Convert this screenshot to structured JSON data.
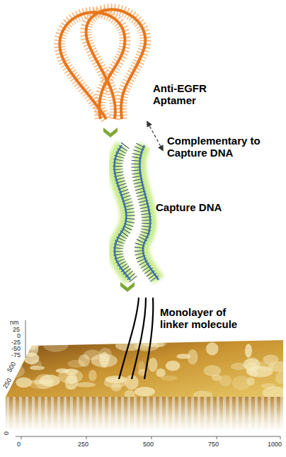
{
  "diagram": {
    "labels": [
      "Anti-EGFR Aptamer",
      "Complementary to Capture DNA",
      "Capture DNA",
      "Monolayer of linker molecule",
      "nm",
      "25",
      "0",
      "-25",
      "-50",
      "-75",
      "500",
      "250",
      "0",
      "250",
      "500",
      "750",
      "1000",
      "0"
    ]
  }
}
